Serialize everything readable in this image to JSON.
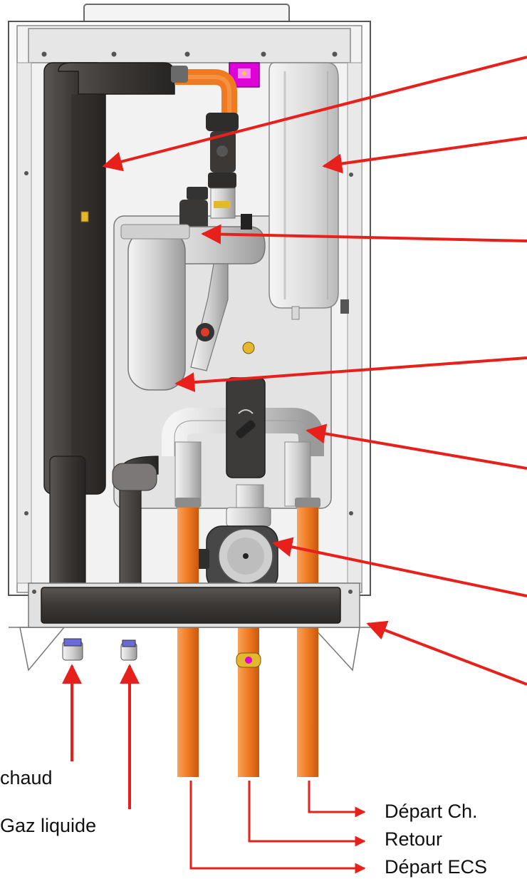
{
  "diagram": {
    "labels": {
      "gaz_chaud": "chaud",
      "gaz_liquide": "Gaz liquide",
      "depart_ch": "Départ Ch.",
      "retour": "Retour",
      "depart_ecs": "Départ ECS"
    },
    "colors": {
      "arrow": "#e8201b",
      "pipe_water": "#f07a22",
      "pipe_insulated": "#3b3836",
      "casing": "#f2f2f2",
      "frame_outline": "#555555",
      "expansion_vessel": "#dedede",
      "pump_body": "#474747",
      "valve_accent": "#e000d8"
    }
  }
}
